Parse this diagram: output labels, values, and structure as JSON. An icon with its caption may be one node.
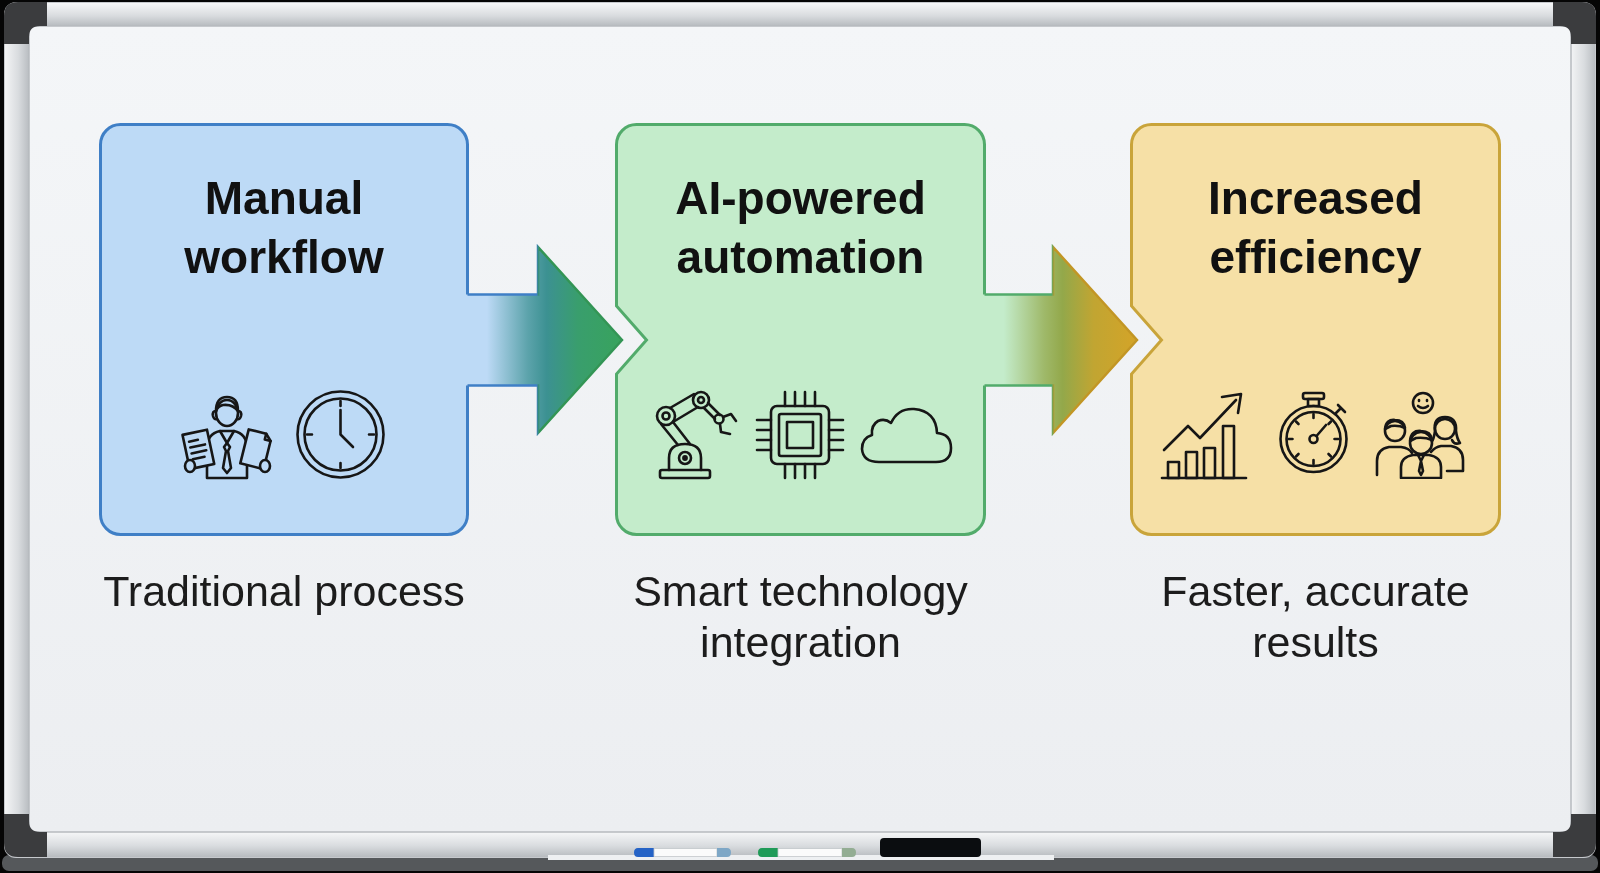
{
  "diagram": {
    "nodes": [
      {
        "text": [
          "Manual workflow"
        ],
        "beside": [
          "Traditional process"
        ]
      },
      {
        "text": [
          "AI-powered automation"
        ],
        "beside": [
          "Smart technology integration"
        ]
      },
      {
        "text": [
          "Increased efficiency"
        ],
        "beside": [
          "Faster, accurate results"
        ]
      }
    ],
    "edges": [
      {
        "from": 0,
        "to": 1,
        "arrow": "to"
      },
      {
        "from": 1,
        "to": 2,
        "arrow": "to"
      }
    ]
  }
}
